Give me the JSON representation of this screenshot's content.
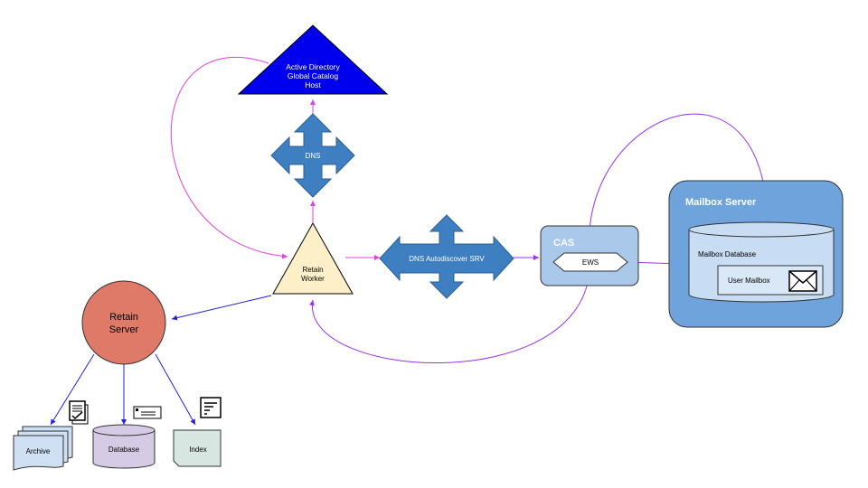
{
  "nodes": {
    "ad": {
      "label_lines": [
        "Active Directory",
        "Global Catalog",
        "Host"
      ]
    },
    "dns": {
      "label": "DNS"
    },
    "worker": {
      "label_lines": [
        "Retain",
        "Worker"
      ]
    },
    "dns_srv": {
      "label": "DNS Autodiscover SRV"
    },
    "cas": {
      "title": "CAS",
      "ews_label": "EWS"
    },
    "mailbox_server": {
      "title": "Mailbox Server",
      "database_label": "Mailbox Database",
      "user_mailbox_label": "User Mailbox"
    },
    "retain_server": {
      "label_lines": [
        "Retain",
        "Server"
      ]
    },
    "archive": {
      "label": "Archive"
    },
    "database": {
      "label": "Database"
    },
    "index": {
      "label": "Index"
    }
  },
  "colors": {
    "ad_fill": "#0000ee",
    "arrow_fill": "#3d7fc1",
    "worker_fill": "#fdf0c8",
    "cas_fill": "#a9c8ea",
    "mailbox_server_fill": "#6fa3dc",
    "mailbox_db_fill": "#c8dcf3",
    "retain_server_fill": "#e07a68",
    "archive_fill": "#cfe0f4",
    "database_fill": "#d6cbe4",
    "index_fill": "#d7e6e0",
    "magenta_line": "#e040e0",
    "purple_line": "#9933ee",
    "blue_line": "#2222dd"
  }
}
